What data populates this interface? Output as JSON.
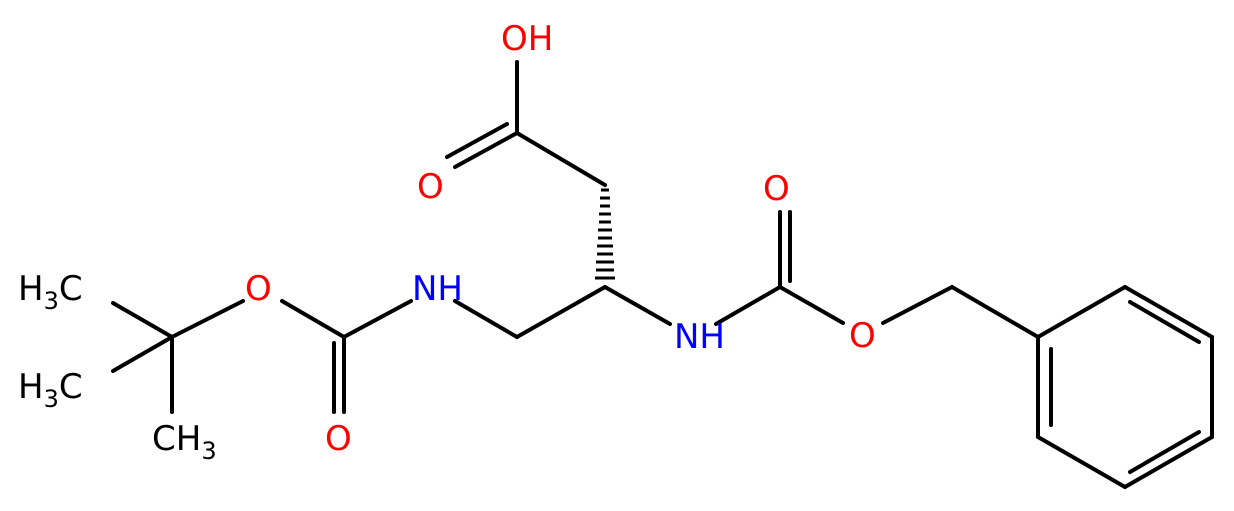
{
  "colors": {
    "oxygen": "#ff0000",
    "nitrogen": "#0000ff",
    "carbon": "#000000",
    "bond": "#000000"
  },
  "atoms": {
    "oh": "OH",
    "carbonyl_o_acid": "O",
    "carbonyl_o_cbz": "O",
    "ester_o_cbz": "O",
    "ester_o_boc": "O",
    "carbonyl_o_boc": "O",
    "nh_boc": "NH",
    "nh_cbz": "NH",
    "ch3_a_main": "H",
    "ch3_a_sub": "3",
    "ch3_a_c": "C",
    "ch3_b_main": "H",
    "ch3_b_sub": "3",
    "ch3_b_c": "C",
    "ch3_c_main": "CH",
    "ch3_c_sub": "3"
  }
}
